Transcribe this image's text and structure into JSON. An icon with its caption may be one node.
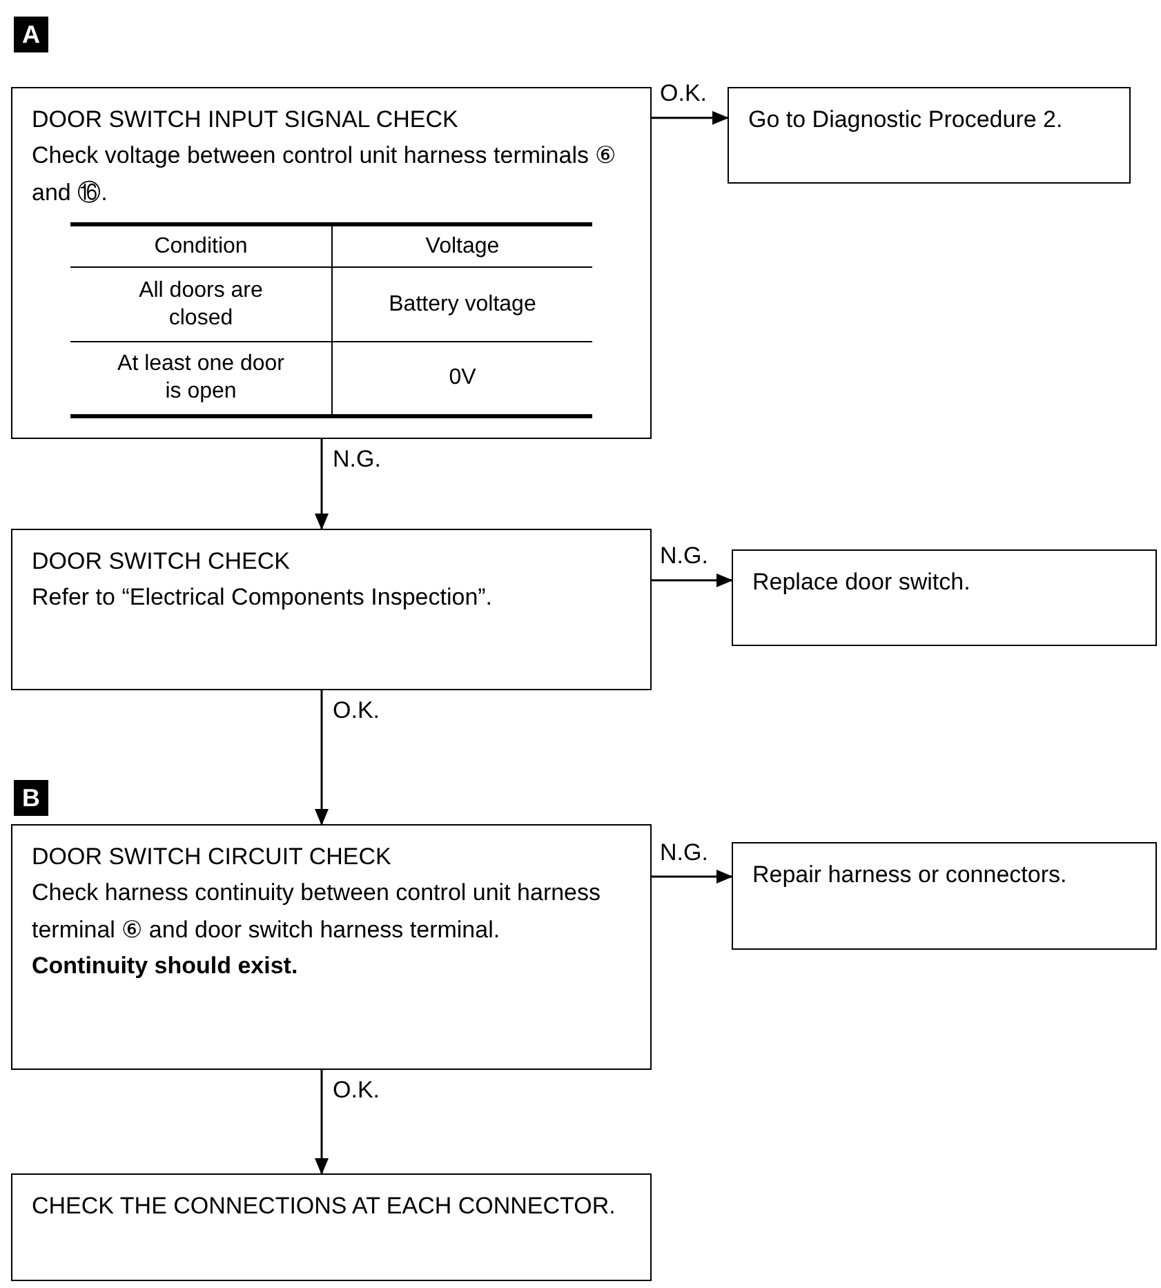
{
  "diagram": {
    "nodes": [
      {
        "text": [
          "DOOR SWITCH INPUT SIGNAL CHECK",
          "Check voltage between control unit harness terminals ⑥ and ⑯."
        ]
      },
      {
        "text": [
          "Go to Diagnostic Procedure 2."
        ]
      },
      {
        "text": [
          "DOOR SWITCH CHECK",
          "Refer to “Electrical Components Inspection”."
        ]
      },
      {
        "text": [
          "Replace door switch."
        ]
      },
      {
        "text": [
          "DOOR SWITCH CIRCUIT CHECK",
          "Check harness continuity between control unit harness terminal ⑥ and door switch harness terminal.",
          "Continuity should exist."
        ]
      },
      {
        "text": [
          "Repair harness or connectors."
        ]
      },
      {
        "text": [
          "CHECK THE CONNECTIONS AT EACH CONNECTOR."
        ]
      }
    ],
    "edges": [
      {
        "from": 0,
        "to": 1,
        "arrow": "to",
        "label": "O.K."
      },
      {
        "from": 0,
        "to": 2,
        "arrow": "to",
        "label": "N.G."
      },
      {
        "from": 2,
        "to": 3,
        "arrow": "to",
        "label": "N.G."
      },
      {
        "from": 2,
        "to": 4,
        "arrow": "to",
        "label": "O.K."
      },
      {
        "from": 4,
        "to": 5,
        "arrow": "to",
        "label": "N.G."
      },
      {
        "from": 4,
        "to": 6,
        "arrow": "to",
        "label": "O.K."
      }
    ],
    "labels": [
      "A",
      "Condition",
      "Voltage",
      "All doors are closed",
      "Battery voltage",
      "At least one door is open",
      "0V",
      "B"
    ]
  }
}
